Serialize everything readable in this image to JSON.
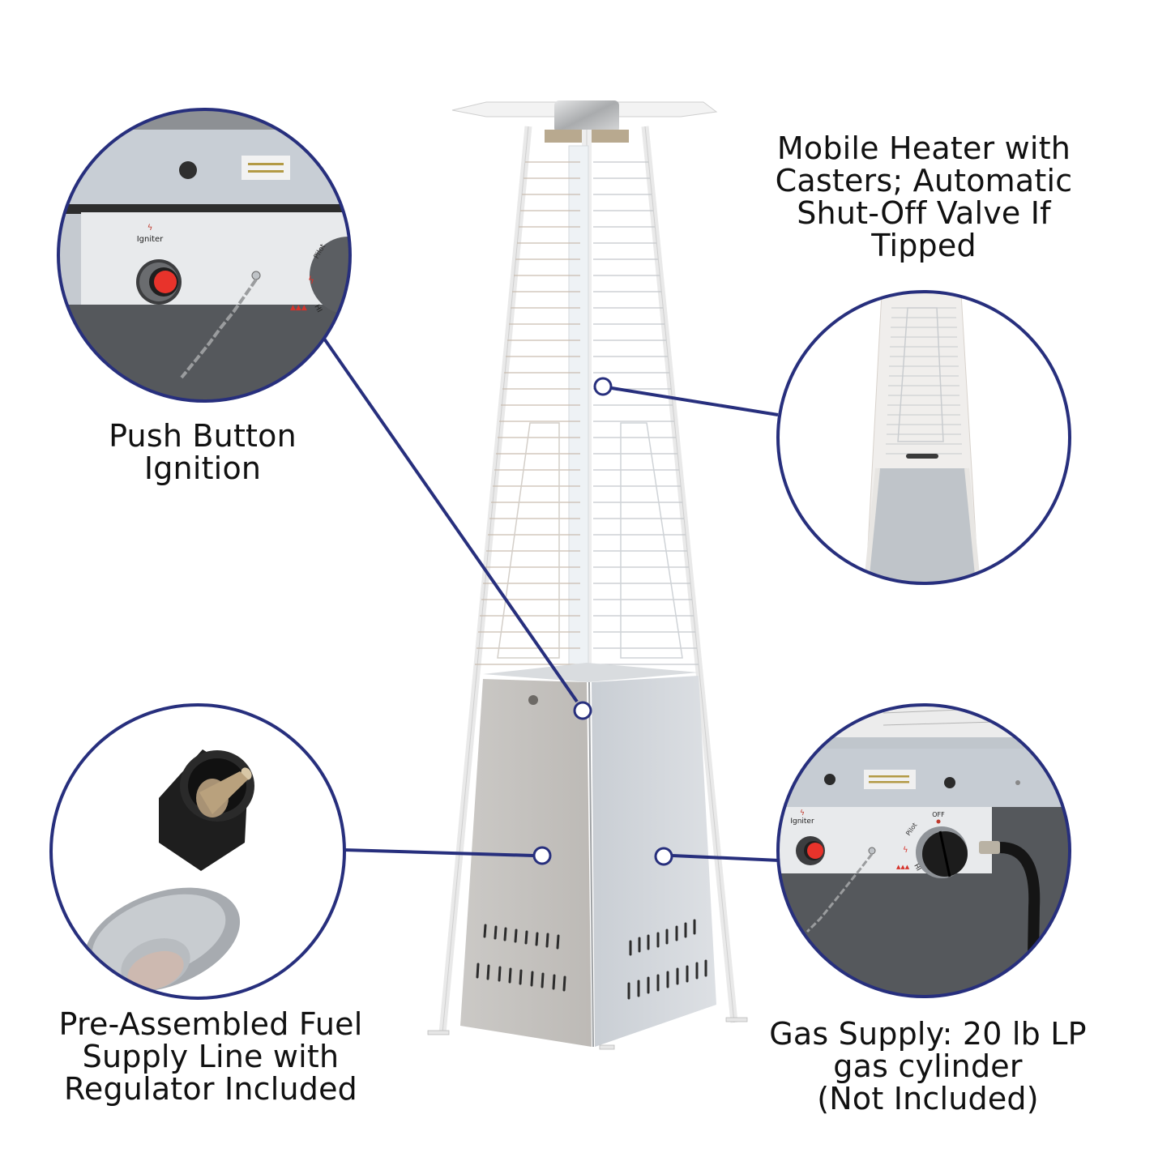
{
  "product": "Pyramid Patio Heater",
  "callout_color": "#272f7d",
  "callouts": {
    "mobile_heater": {
      "lines": [
        "Mobile Heater with",
        "Casters; Automatic",
        "Shut-Off Valve If",
        "Tipped"
      ]
    },
    "push_button": {
      "lines": [
        "Push Button",
        "Ignition"
      ],
      "panel_labels": {
        "igniter": "Igniter",
        "pilot": "Pilot",
        "hi": "HI"
      }
    },
    "fuel_line": {
      "lines": [
        "Pre-Assembled Fuel",
        "Supply Line with",
        "Regulator Included"
      ]
    },
    "gas_supply": {
      "lines": [
        "Gas Supply: 20 lb LP",
        "gas cylinder",
        "(Not Included)"
      ],
      "panel_labels": {
        "igniter": "Igniter",
        "pilot": "Pilot",
        "hi": "HI",
        "off": "OFF"
      }
    }
  }
}
